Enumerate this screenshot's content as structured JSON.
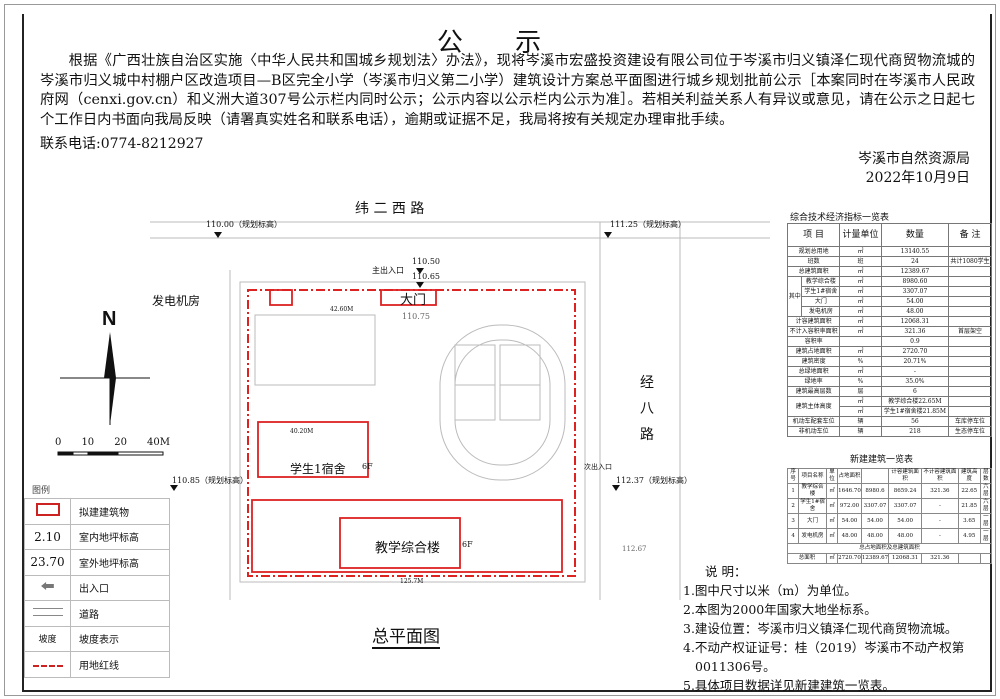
{
  "notice": {
    "title": "公 示",
    "body": "根据《广西壮族自治区实施〈中华人民共和国城乡规划法〉办法》，现将岑溪市宏盛投资建设有限公司位于岑溪市归义镇泽仁现代商贸物流城的岑溪市归义城中村棚户区改造项目—B区完全小学（岑溪市归义第二小学）建筑设计方案总平面图进行城乡规划批前公示［本案同时在岑溪市人民政府网（cenxi.gov.cn）和义洲大道307号公示栏内同时公示；公示内容以公示栏内公示为准］。若相关利益关系人有异议或意见，请在公示之日起七个工作日内书面向我局反映（请署真实姓名和联系电话），逾期或证据不足，我局将按有关规定办理审批手续。",
    "contact": "联系电话:0774-8212927",
    "agency": "岑溪市自然资源局",
    "date": "2022年10月9日"
  },
  "plan": {
    "road_north": "纬 二 西 路",
    "road_east": "经八路",
    "title": "总平面图",
    "north": "N",
    "scale": [
      "0",
      "10",
      "20",
      "40M"
    ],
    "labels": {
      "generator": "发电机房",
      "gate": "大门",
      "main_entry": "主出入口",
      "dorm": "学生1宿舍",
      "dorm_floors": "6F",
      "teaching": "教学综合楼",
      "teaching_floors": "6F",
      "sub_entry": "次出入口"
    },
    "elevations": [
      "110.00（规划标高）",
      "110.50",
      "110.65",
      "111.25（规划标高）",
      "110.85（规划标高）",
      "112.37（规划标高）",
      "110.75",
      "112.67"
    ],
    "dims": [
      "40.20M",
      "125.7M",
      "42.60M"
    ]
  },
  "legend": {
    "title": "图例",
    "items": [
      {
        "sym": "",
        "label": "拟建建筑物"
      },
      {
        "sym": "2.10",
        "label": "室内地坪标高"
      },
      {
        "sym": "23.70",
        "label": "室外地坪标高"
      },
      {
        "sym": "",
        "label": "出入口"
      },
      {
        "sym": "",
        "label": "道路"
      },
      {
        "sym": "坡度",
        "label": "坡度表示"
      },
      {
        "sym": "",
        "label": "用地红线"
      }
    ]
  },
  "indicators": {
    "title": "综合技术经济指标一览表",
    "headers": [
      "项 目",
      "计量单位",
      "数量",
      "备 注"
    ],
    "rows": [
      [
        "规划总用地",
        "㎡",
        "13140.55",
        ""
      ],
      [
        "班数",
        "班",
        "24",
        "共计1080学生"
      ],
      [
        "总建筑面积",
        "㎡",
        "12389.67",
        ""
      ],
      [
        "教学综合楼",
        "㎡",
        "8980.60",
        ""
      ],
      [
        "学生1#宿舍",
        "㎡",
        "3307.07",
        ""
      ],
      [
        "大门",
        "㎡",
        "54.00",
        ""
      ],
      [
        "发电机房",
        "㎡",
        "48.00",
        ""
      ],
      [
        "计容建筑面积",
        "㎡",
        "12068.31",
        ""
      ],
      [
        "不计入容积率面积",
        "㎡",
        "321.36",
        "首层架空"
      ],
      [
        "容积率",
        "",
        "0.9",
        ""
      ],
      [
        "建筑占地面积",
        "㎡",
        "2720.70",
        ""
      ],
      [
        "建筑密度",
        "%",
        "20.71%",
        ""
      ],
      [
        "总绿地面积",
        "㎡",
        "-",
        ""
      ],
      [
        "绿地率",
        "%",
        "35.0%",
        ""
      ],
      [
        "建筑最高层数",
        "层",
        "6",
        ""
      ],
      [
        "建筑主体高度",
        "㎡",
        "教学综合楼22.65M",
        ""
      ],
      [
        "",
        "㎡",
        "学生1#宿舍楼21.85M",
        ""
      ],
      [
        "机动车配套车位",
        "辆",
        "56",
        "车库停车位"
      ],
      [
        "非机动车位",
        "辆",
        "218",
        "生态停车位"
      ]
    ],
    "group_label": "其中"
  },
  "new_buildings": {
    "title": "新建建筑一览表",
    "headers": [
      "序号",
      "项目名称",
      "单位",
      "占地面积",
      "",
      "计容建筑面积",
      "不计容建筑面积",
      "建筑高度",
      "层数"
    ],
    "rows": [
      [
        "1",
        "教学综合楼",
        "㎡",
        "1646.70",
        "8980.6",
        "8659.24",
        "321.36",
        "22.65",
        "六层"
      ],
      [
        "2",
        "学生1#宿舍",
        "㎡",
        "972.00",
        "3307.07",
        "3307.07",
        "-",
        "21.85",
        "六层"
      ],
      [
        "3",
        "大门",
        "㎡",
        "54.00",
        "54.00",
        "54.00",
        "-",
        "3.65",
        "一层"
      ],
      [
        "4",
        "发电机房",
        "㎡",
        "48.00",
        "48.00",
        "48.00",
        "-",
        "4.95",
        "一层"
      ]
    ],
    "subtotal_label": "总占地面积及总建筑面积",
    "total": [
      "总面积",
      "㎡",
      "2720.70",
      "12389.67",
      "12068.31",
      "321.36"
    ]
  },
  "notes": {
    "title": "说 明：",
    "items": [
      "1.图中尺寸以米（m）为单位。",
      "2.本图为2000年国家大地坐标系。",
      "3.建设位置：岑溪市归义镇泽仁现代商贸物流城。",
      "4.不动产权证证号：桂（2019）岑溪市不动产权第",
      "0011306号。",
      "5.具体项目数据详见新建建筑一览表。"
    ]
  }
}
